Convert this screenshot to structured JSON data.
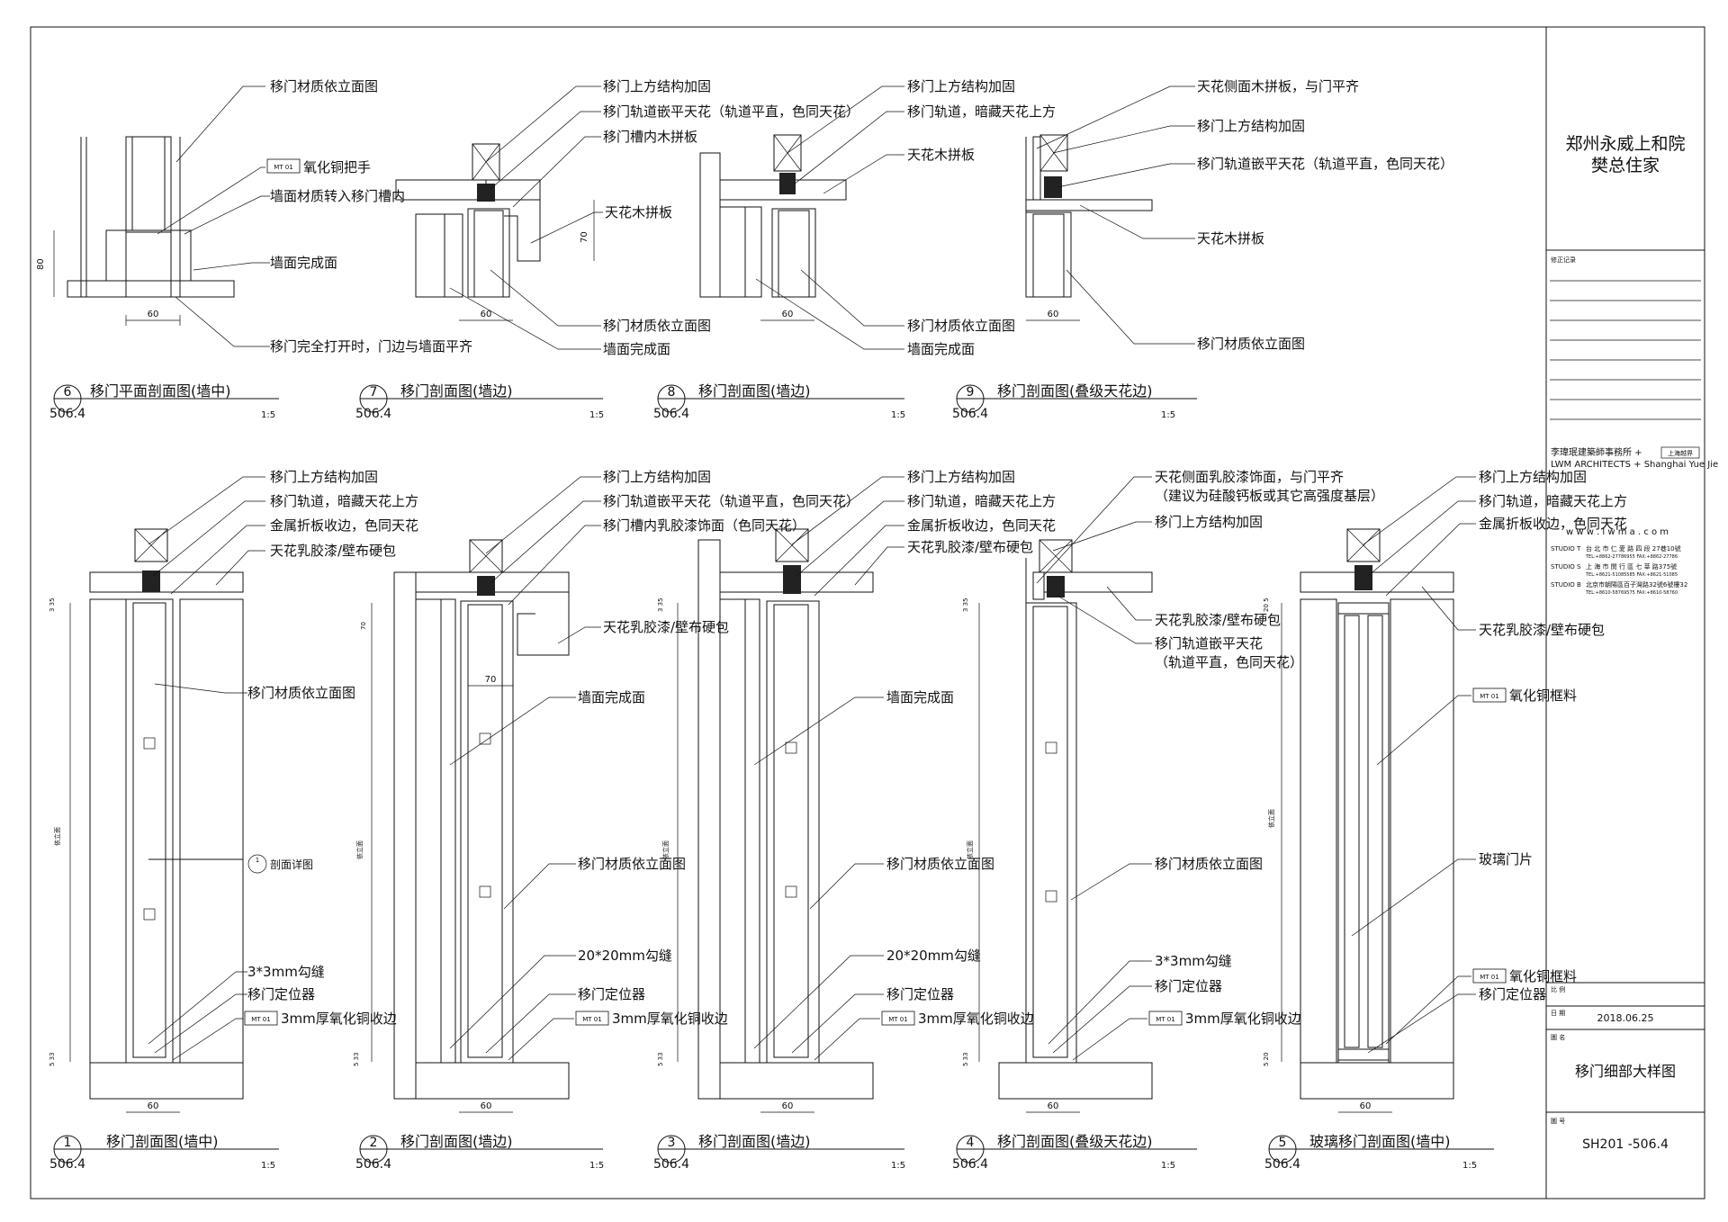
{
  "project": {
    "line1": "郑州永威上和院",
    "line2": "樊总住家"
  },
  "titleblock": {
    "revision_label": "修正记录",
    "firm_cn": "李瑋珉建築師事務所 +",
    "firm_tag": "上海越界",
    "firm_en": "LWM ARCHITECTS + Shanghai Yue Jie",
    "website": "w w w . l w m a . c o m",
    "studios": [
      {
        "tag": "STUDIO T",
        "addr": "台 北 市 仁 愛 路 四 段 27巷10號",
        "tel": "TEL:+8862-27786955  FAX:+8862-27786"
      },
      {
        "tag": "STUDIO S",
        "addr": "上 海 市 閔 行 區 七 莘 路375號",
        "tel": "TEL:+8621-51085585  FAX:+8621-51085"
      },
      {
        "tag": "STUDIO B",
        "addr": "北京市朝陽區百子灣路32號6號樓32",
        "tel": "TEL:+8610-58769575  FAX:+8610-58760"
      }
    ],
    "scale_label": "比 例",
    "date_label": "日 期",
    "date": "2018.06.25",
    "name_label": "圖 名",
    "name": "移门细部大样图",
    "no_label": "圖 号",
    "number": "SH201 -506.4"
  },
  "tag": "MT 01",
  "common": {
    "ref": "506.4",
    "scale": "1:5",
    "dim60": "60",
    "dim70": "70",
    "dim80": "80",
    "d335": "3 35",
    "d533": "5 33",
    "d205": "20 5",
    "d520": "5 20",
    "elev": "依立面"
  },
  "details": {
    "d6": {
      "num": "6",
      "title": "移门平面剖面图(墙中)",
      "labels": [
        "移门材质依立面图",
        "氧化铜把手",
        "墙面材质转入移门槽内",
        "墙面完成面",
        "移门完全打开时，门边与墙面平齐"
      ]
    },
    "d7": {
      "num": "7",
      "title": "移门剖面图(墙边)",
      "labels": [
        "移门上方结构加固",
        "移门轨道嵌平天花（轨道平直，色同天花）",
        "移门槽内木拼板",
        "天花木拼板",
        "移门材质依立面图",
        "墙面完成面"
      ]
    },
    "d8": {
      "num": "8",
      "title": "移门剖面图(墙边)",
      "labels": [
        "移门上方结构加固",
        "移门轨道，暗藏天花上方",
        "天花木拼板",
        "移门材质依立面图",
        "墙面完成面"
      ]
    },
    "d9": {
      "num": "9",
      "title": "移门剖面图(叠级天花边)",
      "labels": [
        "天花侧面木拼板，与门平齐",
        "移门上方结构加固",
        "移门轨道嵌平天花（轨道平直，色同天花）",
        "天花木拼板",
        "移门材质依立面图"
      ]
    },
    "d1": {
      "num": "1",
      "title": "移门剖面图(墙中)",
      "labels": [
        "移门上方结构加固",
        "移门轨道，暗藏天花上方",
        "金属折板收边，色同天花",
        "天花乳胶漆/壁布硬包",
        "移门材质依立面图",
        "剖面详图",
        "3*3mm勾缝",
        "移门定位器",
        "3mm厚氧化铜收边"
      ]
    },
    "d2": {
      "num": "2",
      "title": "移门剖面图(墙边)",
      "labels": [
        "移门上方结构加固",
        "移门轨道嵌平天花（轨道平直，色同天花）",
        "移门槽内乳胶漆饰面（色同天花）",
        "天花乳胶漆/壁布硬包",
        "墙面完成面",
        "移门材质依立面图",
        "20*20mm勾缝",
        "移门定位器",
        "3mm厚氧化铜收边"
      ]
    },
    "d3": {
      "num": "3",
      "title": "移门剖面图(墙边)",
      "labels": [
        "移门上方结构加固",
        "移门轨道，暗藏天花上方",
        "金属折板收边，色同天花",
        "天花乳胶漆/壁布硬包",
        "墙面完成面",
        "移门材质依立面图",
        "20*20mm勾缝",
        "移门定位器",
        "3mm厚氧化铜收边"
      ]
    },
    "d4": {
      "num": "4",
      "title": "移门剖面图(叠级天花边)",
      "labels": [
        "天花侧面乳胶漆饰面，与门平齐",
        "（建议为硅酸钙板或其它高强度基层）",
        "移门上方结构加固",
        "天花乳胶漆/壁布硬包",
        "移门轨道嵌平天花",
        "（轨道平直，色同天花）",
        "移门材质依立面图",
        "3*3mm勾缝",
        "移门定位器",
        "3mm厚氧化铜收边"
      ]
    },
    "d5": {
      "num": "5",
      "title": "玻璃移门剖面图(墙中)",
      "labels": [
        "移门上方结构加固",
        "移门轨道，暗藏天花上方",
        "金属折板收边，色同天花",
        "天花乳胶漆/壁布硬包",
        "氧化铜框料",
        "玻璃门片",
        "氧化铜框料",
        "移门定位器"
      ]
    }
  }
}
